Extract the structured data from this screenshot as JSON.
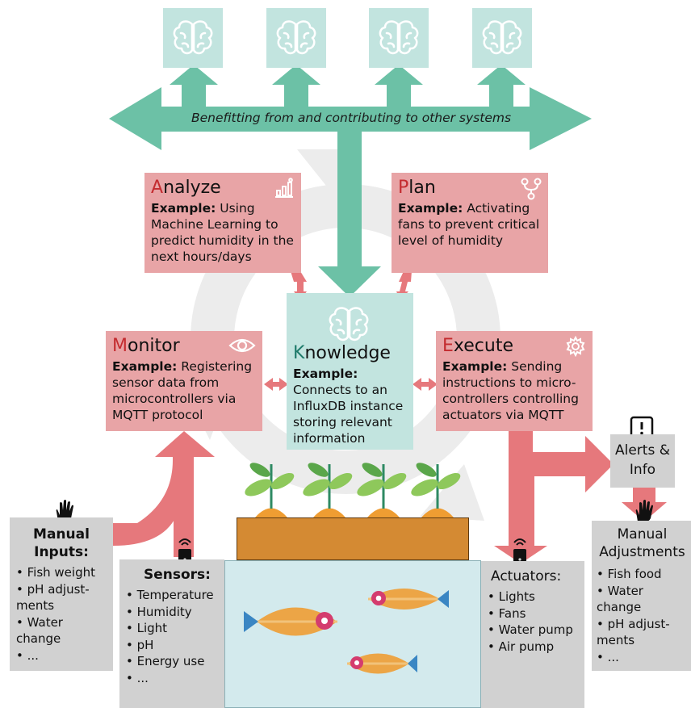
{
  "banner": {
    "text": "Benefitting from and contributing to other systems"
  },
  "analyze": {
    "first": "A",
    "rest": "nalyze",
    "example_label": "Example:",
    "example_text": " Using Machine Learning to predict humidity in the next hours/days",
    "icon": "bar-chart-icon"
  },
  "plan": {
    "first": "P",
    "rest": "lan",
    "example_label": "Example:",
    "example_text": " Activating fans to prevent critical level of humidity",
    "icon": "flow-icon"
  },
  "monitor": {
    "first": "M",
    "rest": "onitor",
    "example_label": "Example:",
    "example_text": " Registering sensor data from microcontrollers via MQTT protocol",
    "icon": "eye-icon"
  },
  "execute": {
    "first": "E",
    "rest": "xecute",
    "example_label": "Example:",
    "example_text": " Sending instructions to micro-controllers controlling actuators via MQTT",
    "icon": "gear-icon"
  },
  "knowledge": {
    "first": "K",
    "rest": "nowledge",
    "example_label": "Example:",
    "example_text": "Connects to an InfluxDB instance storing relevant information",
    "icon": "brain-icon"
  },
  "manual_inputs": {
    "title": "Manual Inputs:",
    "items": [
      "Fish weight",
      "pH adjust-ments",
      "Water change",
      "..."
    ],
    "icon": "hand-icon"
  },
  "sensors": {
    "title": "Sensors:",
    "items": [
      "Temperature",
      "Humidity",
      "Light",
      "pH",
      "Energy use",
      "..."
    ],
    "icon": "device-signal-icon"
  },
  "actuators": {
    "title": "Actuators:",
    "items": [
      "Lights",
      "Fans",
      "Water pump",
      "Air pump"
    ],
    "icon": "device-signal-icon"
  },
  "alerts": {
    "title": "Alerts & Info",
    "icon": "alert-icon"
  },
  "manual_adjustments": {
    "title": "Manual Adjustments",
    "items": [
      "Fish food",
      "Water change",
      "pH adjust-ments",
      "..."
    ],
    "icon": "hand-icon"
  },
  "colors": {
    "pink_box": "#e8a4a6",
    "pink_arrow": "#e6787c",
    "teal_arrow": "#6cc1a6",
    "teal_box": "#c2e4df",
    "gray_box": "#d1d1d1",
    "red_letter": "#c42b2f"
  }
}
